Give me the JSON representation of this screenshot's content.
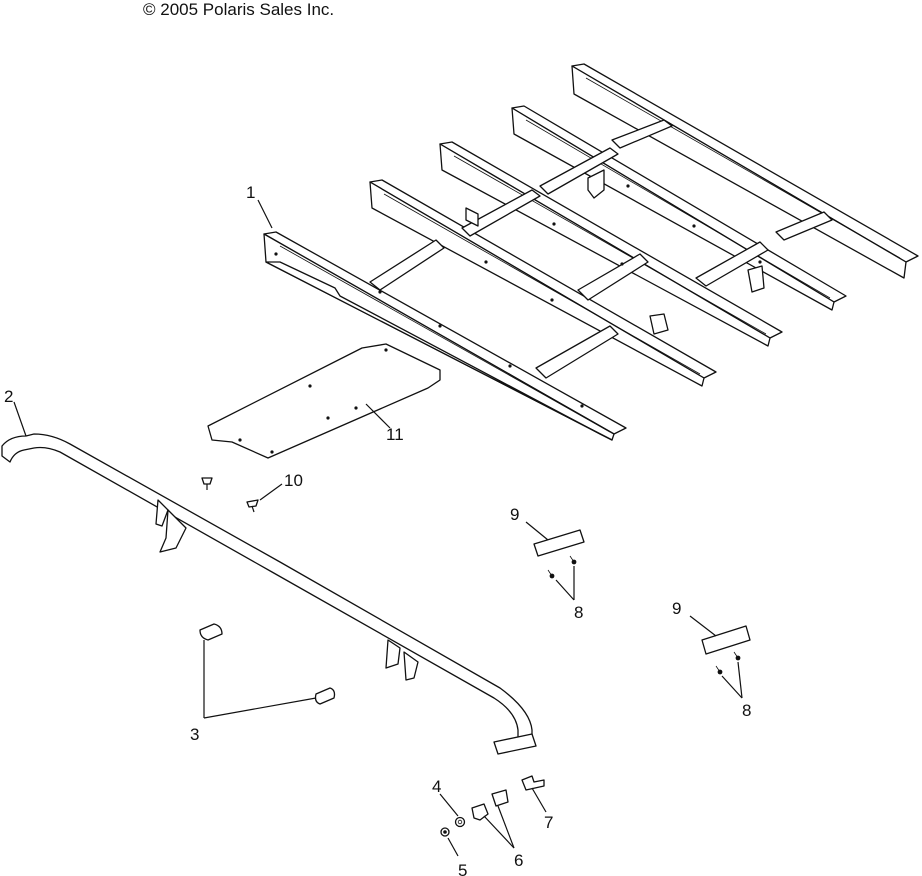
{
  "copyright": "© 2005 Polaris Sales Inc.",
  "callouts": [
    {
      "id": "c1",
      "text": "1"
    },
    {
      "id": "c2",
      "text": "2"
    },
    {
      "id": "c3",
      "text": "3"
    },
    {
      "id": "c4",
      "text": "4"
    },
    {
      "id": "c5",
      "text": "5"
    },
    {
      "id": "c6",
      "text": "6"
    },
    {
      "id": "c7",
      "text": "7"
    },
    {
      "id": "c8a",
      "text": "8"
    },
    {
      "id": "c8b",
      "text": "8"
    },
    {
      "id": "c9a",
      "text": "9"
    },
    {
      "id": "c9b",
      "text": "9"
    },
    {
      "id": "c10",
      "text": "10"
    },
    {
      "id": "c11",
      "text": "11"
    }
  ]
}
